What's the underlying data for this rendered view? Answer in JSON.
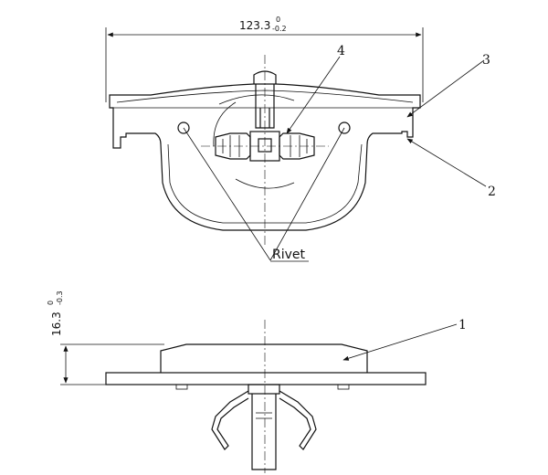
{
  "dimensions": {
    "width": {
      "value": "123.3",
      "upper_tol": "0",
      "lower_tol": "-0.2"
    },
    "thickness": {
      "value": "16.3",
      "upper_tol": "0",
      "lower_tol": "-0.3"
    }
  },
  "callouts": {
    "one": "1",
    "two": "2",
    "three": "3",
    "four": "4"
  },
  "labels": {
    "rivet": "Rivet"
  }
}
